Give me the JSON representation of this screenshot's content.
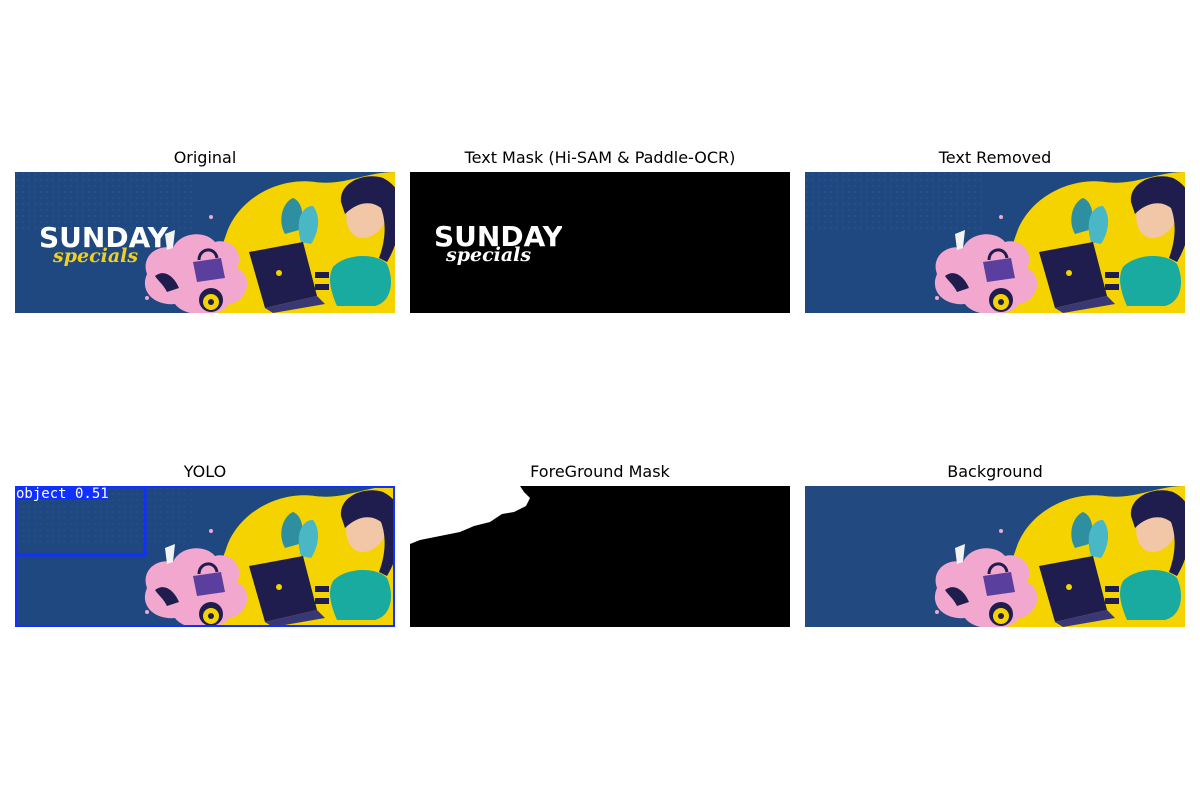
{
  "panels": [
    {
      "title": "Original"
    },
    {
      "title": "Text Mask (Hi-SAM & Paddle-OCR)"
    },
    {
      "title": "Text Removed"
    },
    {
      "title": "YOLO"
    },
    {
      "title": "ForeGround Mask"
    },
    {
      "title": "Background"
    }
  ],
  "banner_text": {
    "headline": "SUNDAY",
    "subline": "specials",
    "mask_headline": "SUNDAY",
    "mask_subline": "specials"
  },
  "detection": {
    "label": "object 0.51",
    "box_color": "#1030ff"
  },
  "colors": {
    "banner_blue": "#1f4780",
    "yellow": "#f4d300",
    "pink": "#f2a7cf",
    "teal": "#19aaa0",
    "navy": "#1f1d4e",
    "purple": "#5b3f9e",
    "headline_white": "#ffffff",
    "subline_yellow": "#f2cf1d"
  }
}
